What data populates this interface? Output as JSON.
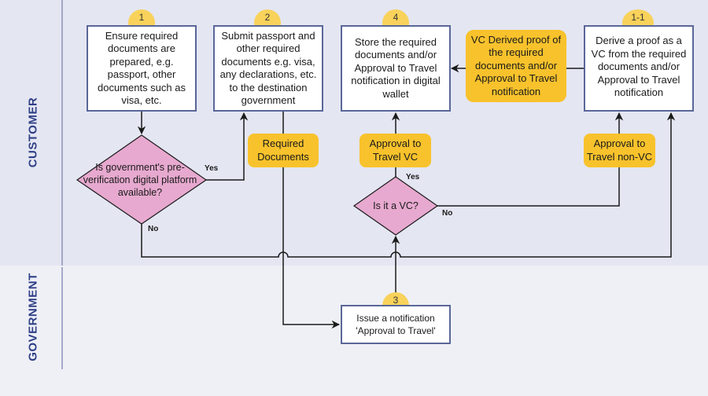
{
  "lanes": {
    "customer": "CUSTOMER",
    "government": "GOVERNMENT"
  },
  "steps": {
    "step1": {
      "badge": "1",
      "text": "Ensure required documents are prepared, e.g. passport, other documents such as visa, etc."
    },
    "step2": {
      "badge": "2",
      "text": "Submit passport and other required documents e.g. visa, any declarations, etc. to the destination government"
    },
    "step3": {
      "badge": "3",
      "text": "Issue a notification 'Approval to Travel'"
    },
    "step4": {
      "badge": "4",
      "text": "Store the required documents and/or Approval to Travel notification in digital wallet"
    },
    "step1_1": {
      "badge": "1-1",
      "text": "Derive a proof as a VC from the required documents and/or Approval to Travel notification"
    }
  },
  "decisions": {
    "platform": {
      "text": "Is government's pre-verification digital platform available?",
      "yes": "Yes",
      "no": "No"
    },
    "is_vc": {
      "text": "Is it a VC?",
      "yes": "Yes",
      "no": "No"
    }
  },
  "artifacts": {
    "vc_derived_proof": "VC Derived proof of the required documents and/or Approval to Travel notification",
    "required_documents": "Required Documents",
    "approval_vc": "Approval to Travel VC",
    "approval_non_vc": "Approval to Travel non-VC"
  },
  "colors": {
    "customer_lane": "#e4e6f2",
    "government_lane": "#eff0f6",
    "lane_label": "#2e3f86",
    "box_border": "#5a6798",
    "artifact": "#f8c22c",
    "badge": "#f8d25a",
    "decision": "#e7a9cf"
  }
}
